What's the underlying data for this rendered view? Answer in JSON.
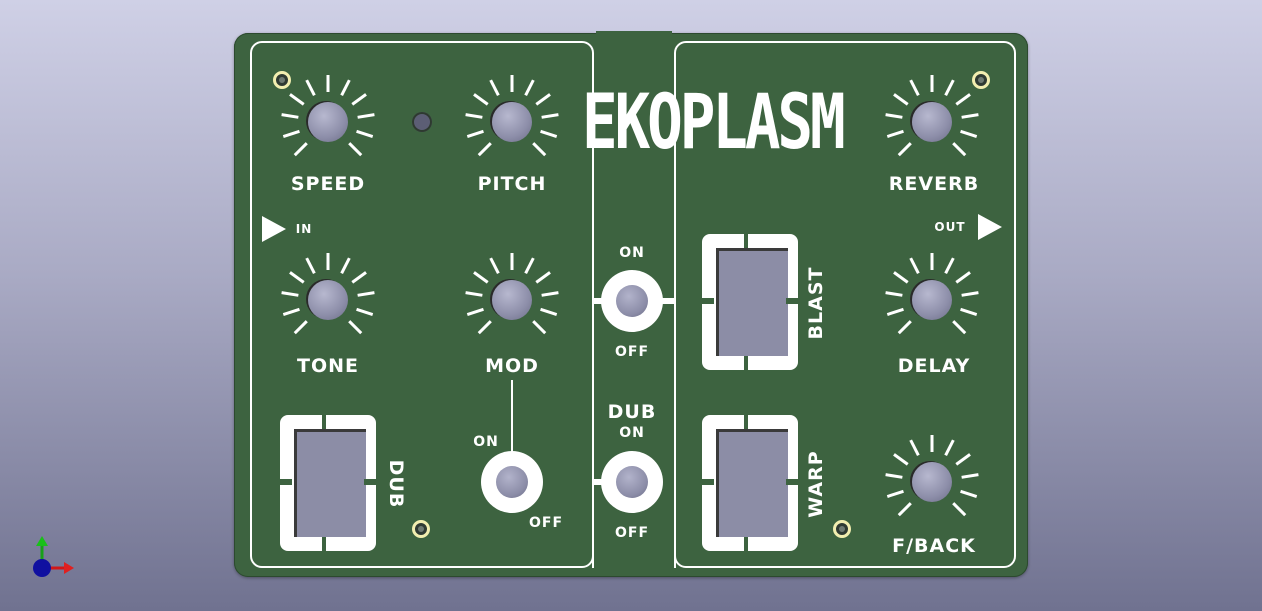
{
  "title": "EKOPLASM",
  "knobs": {
    "speed": "SPEED",
    "pitch": "PITCH",
    "tone": "TONE",
    "mod": "MOD",
    "reverb": "REVERB",
    "delay": "DELAY",
    "feedback": "F/BACK"
  },
  "jacks": {
    "in": "IN",
    "out": "OUT"
  },
  "switches": {
    "blast": "BLAST",
    "warp": "WARP",
    "dub": "DUB"
  },
  "toggles": {
    "main_on": "ON",
    "main_off": "OFF",
    "dub_title": "DUB",
    "dub_on": "ON",
    "dub_off": "OFF",
    "mod_on": "ON",
    "mod_off": "OFF"
  },
  "colors": {
    "board": "#3d6340",
    "silkscreen": "#ffffff",
    "knob_cap": "#8d8ea9"
  }
}
